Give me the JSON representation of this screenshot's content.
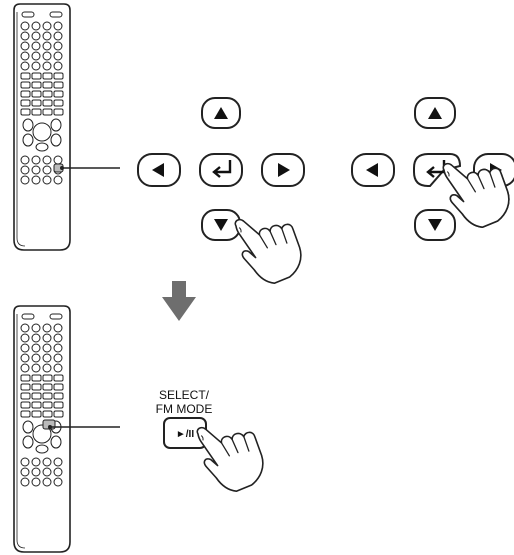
{
  "top_step": {
    "left_pad": {
      "buttons": [
        {
          "name": "up",
          "glyph": "▲"
        },
        {
          "name": "left",
          "glyph": "◀"
        },
        {
          "name": "enter",
          "glyph": "↵"
        },
        {
          "name": "right",
          "glyph": "▶"
        },
        {
          "name": "down",
          "glyph": "▼"
        }
      ],
      "pressed": "down"
    },
    "right_pad": {
      "buttons": [
        {
          "name": "up",
          "glyph": "▲"
        },
        {
          "name": "left",
          "glyph": "◀"
        },
        {
          "name": "enter",
          "glyph": "↵"
        },
        {
          "name": "right",
          "glyph": "▶"
        },
        {
          "name": "down",
          "glyph": "▼"
        }
      ],
      "pressed": "enter"
    }
  },
  "bottom_step": {
    "label_line1": "SELECT/",
    "label_line2": "FM MODE",
    "button_label": "►/II"
  },
  "colors": {
    "line": "#222222",
    "arrow": "#6e6e6e",
    "background": "#ffffff"
  }
}
